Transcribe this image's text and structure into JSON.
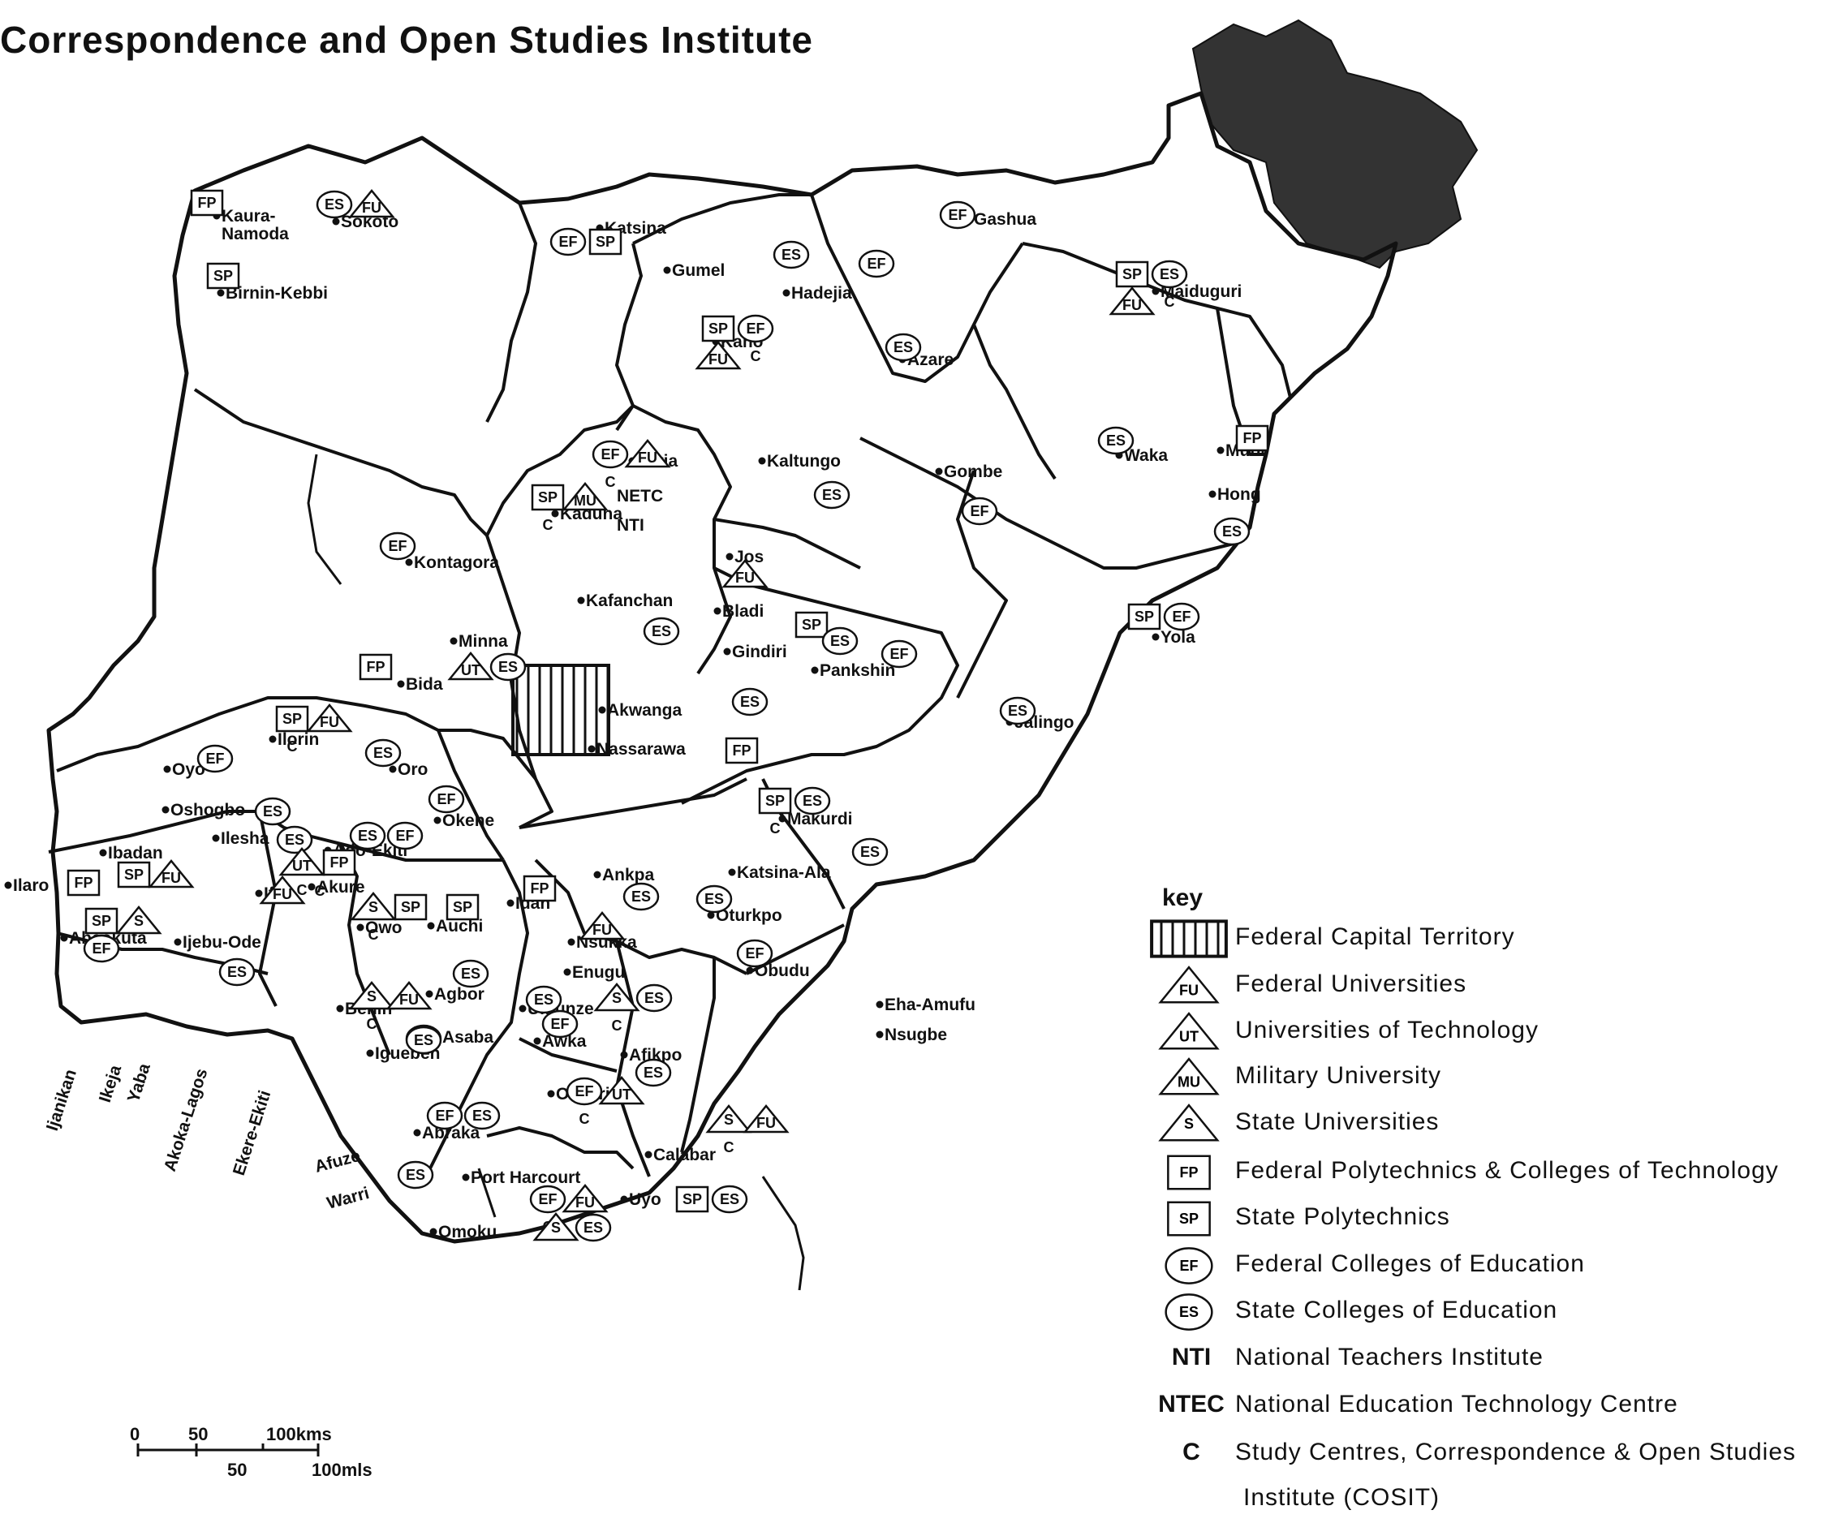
{
  "title": "Correspondence and Open Studies Institute",
  "colors": {
    "ink": "#111111",
    "lake": "#333333",
    "paper": "#ffffff"
  },
  "places": [
    {
      "name": "Kaura-Namoda",
      "line1": "Kaura-",
      "line2": "Namoda",
      "symbols": [
        "FP"
      ]
    },
    {
      "name": "Sokoto",
      "symbols": [
        "ES",
        "FU"
      ]
    },
    {
      "name": "Birnin-Kebbi",
      "symbols": [
        "SP"
      ]
    },
    {
      "name": "Katsina",
      "symbols": [
        "EF",
        "SP"
      ]
    },
    {
      "name": "Gumel",
      "symbols": [
        "ES"
      ]
    },
    {
      "name": "Hadejia",
      "symbols": [
        "EF"
      ]
    },
    {
      "name": "Gashua",
      "symbols": [
        "EF"
      ]
    },
    {
      "name": "Maiduguri",
      "symbols": [
        "SP",
        "ES",
        "FU",
        "C"
      ]
    },
    {
      "name": "Kano",
      "symbols": [
        "SP",
        "EF",
        "FU",
        "C"
      ]
    },
    {
      "name": "Azare",
      "symbols": [
        "ES"
      ]
    },
    {
      "name": "Zaria",
      "symbols": [
        "EF",
        "FU",
        "C"
      ]
    },
    {
      "name": "Kaltungo",
      "symbols": [
        "ES"
      ]
    },
    {
      "name": "Gombe",
      "symbols": [
        "EF"
      ]
    },
    {
      "name": "Waka",
      "symbols": [
        "ES"
      ]
    },
    {
      "name": "Mubi",
      "symbols": [
        "FP"
      ]
    },
    {
      "name": "Hong",
      "symbols": [
        "ES"
      ]
    },
    {
      "name": "Kaduna",
      "symbols": [
        "SP",
        "MU",
        "C"
      ],
      "extra": [
        "NETC",
        "NTI"
      ]
    },
    {
      "name": "Kontagora",
      "symbols": [
        "EF"
      ]
    },
    {
      "name": "Jos",
      "symbols": [
        "FU"
      ]
    },
    {
      "name": "Kafanchan",
      "symbols": [
        "ES"
      ]
    },
    {
      "name": "Bladi",
      "symbols": [
        "SP"
      ]
    },
    {
      "name": "Gindiri",
      "symbols": [
        "ES"
      ]
    },
    {
      "name": "Pankshin",
      "symbols": [
        "EF"
      ]
    },
    {
      "name": "Minna",
      "symbols": [
        "UT",
        "ES"
      ]
    },
    {
      "name": "Bida",
      "symbols": [
        "FP"
      ]
    },
    {
      "name": "Yola",
      "symbols": [
        "SP",
        "EF"
      ]
    },
    {
      "name": "Jalingo",
      "symbols": [
        "ES"
      ]
    },
    {
      "name": "Akwanga",
      "symbols": [
        "ES"
      ]
    },
    {
      "name": "Nassarawa",
      "symbols": [
        "FP"
      ]
    },
    {
      "name": "Ilorin",
      "symbols": [
        "SP",
        "FU",
        "C"
      ]
    },
    {
      "name": "Oyo",
      "symbols": [
        "EF"
      ]
    },
    {
      "name": "Oro",
      "symbols": [
        "ES"
      ]
    },
    {
      "name": "Okene",
      "symbols": [
        "EF"
      ]
    },
    {
      "name": "Oshogbo",
      "symbols": [
        "ES"
      ]
    },
    {
      "name": "Ilesha",
      "symbols": [
        "ES"
      ]
    },
    {
      "name": "Ado-Ekiti",
      "symbols": [
        "ES",
        "EF"
      ]
    },
    {
      "name": "Makurdi",
      "symbols": [
        "SP",
        "ES",
        "C"
      ]
    },
    {
      "name": "Katsina-Ala",
      "symbols": [
        "ES"
      ]
    },
    {
      "name": "Ibadan",
      "symbols": [
        "SP",
        "FU"
      ]
    },
    {
      "name": "Ilaro",
      "symbols": [
        "FP"
      ]
    },
    {
      "name": "Ife",
      "symbols": [
        "FU",
        "C"
      ]
    },
    {
      "name": "Akure",
      "symbols": [
        "UT",
        "FP",
        "C"
      ]
    },
    {
      "name": "Owo",
      "symbols": [
        "S",
        "SP",
        "C"
      ]
    },
    {
      "name": "Auchi",
      "symbols": [
        "SP"
      ]
    },
    {
      "name": "Idah",
      "symbols": [
        "FP"
      ]
    },
    {
      "name": "Ankpa",
      "symbols": [
        "ES"
      ]
    },
    {
      "name": "Oturkpo",
      "symbols": [
        "ES"
      ]
    },
    {
      "name": "Abeokuta",
      "symbols": [
        "SP",
        "S",
        "EF"
      ]
    },
    {
      "name": "Ijebu-Ode",
      "symbols": [
        "ES"
      ]
    },
    {
      "name": "Nsukka",
      "symbols": [
        "FU"
      ]
    },
    {
      "name": "Obudu",
      "symbols": [
        "EF"
      ]
    },
    {
      "name": "Enugu",
      "symbols": [
        "S",
        "ES",
        "C"
      ]
    },
    {
      "name": "Umunze",
      "symbols": [
        "ES"
      ]
    },
    {
      "name": "Agbor",
      "symbols": [
        "ES"
      ]
    },
    {
      "name": "Benin",
      "symbols": [
        "S",
        "FU",
        "C"
      ]
    },
    {
      "name": "Asaba",
      "symbols": [
        "ES"
      ]
    },
    {
      "name": "Igueben",
      "symbols": [
        "ES"
      ]
    },
    {
      "name": "Awka",
      "symbols": [
        "EF"
      ]
    },
    {
      "name": "Afikpo",
      "symbols": [
        "ES"
      ]
    },
    {
      "name": "Owerri",
      "symbols": [
        "EF",
        "UT",
        "C"
      ]
    },
    {
      "name": "Abraka",
      "symbols": [
        "EF",
        "ES"
      ]
    },
    {
      "name": "Afuze",
      "symbols": []
    },
    {
      "name": "Warri",
      "symbols": [
        "ES"
      ]
    },
    {
      "name": "Port Harcourt",
      "symbols": [
        "EF",
        "FU",
        "C"
      ]
    },
    {
      "name": "Omoku",
      "symbols": [
        "S",
        "ES"
      ]
    },
    {
      "name": "Calabar",
      "symbols": [
        "S",
        "FU",
        "C"
      ]
    },
    {
      "name": "Uyo",
      "symbols": [
        "SP",
        "ES"
      ]
    },
    {
      "name": "Eha-Amufu",
      "symbols": []
    },
    {
      "name": "Nsugbe",
      "symbols": []
    },
    {
      "name": "Ijanikan",
      "symbols": []
    },
    {
      "name": "Ikeja",
      "symbols": []
    },
    {
      "name": "Yaba",
      "symbols": []
    },
    {
      "name": "Akoka-Lagos",
      "symbols": []
    },
    {
      "name": "Ekere-Ekiti",
      "symbols": []
    }
  ],
  "legend": {
    "title": "key",
    "items": [
      {
        "symbol": "fct",
        "label": "Federal  Capital  Territory"
      },
      {
        "symbol": "FU",
        "label": "Federal  Universities"
      },
      {
        "symbol": "UT",
        "label": "Universities  of  Technology"
      },
      {
        "symbol": "MU",
        "label": "Military  University"
      },
      {
        "symbol": "S",
        "label": "State  Universities"
      },
      {
        "symbol": "FP",
        "label": "Federal  Polytechnics & Colleges  of  Technology"
      },
      {
        "symbol": "SP",
        "label": "State  Polytechnics"
      },
      {
        "symbol": "EF",
        "label": "Federal  Colleges  of  Education"
      },
      {
        "symbol": "ES",
        "label": "State  Colleges  of  Education"
      },
      {
        "symbol": "NTI",
        "label": "National  Teachers  Institute"
      },
      {
        "symbol": "NTEC",
        "label": "National  Education  Technology  Centre"
      },
      {
        "symbol": "C",
        "label": "Study  Centres, Correspondence & Open Studies"
      },
      {
        "symbol": "",
        "label": "Institute (COSIT)"
      }
    ]
  },
  "scale": {
    "kms": [
      "0",
      "50",
      "100kms"
    ],
    "mls": [
      "50",
      "100mls"
    ]
  }
}
